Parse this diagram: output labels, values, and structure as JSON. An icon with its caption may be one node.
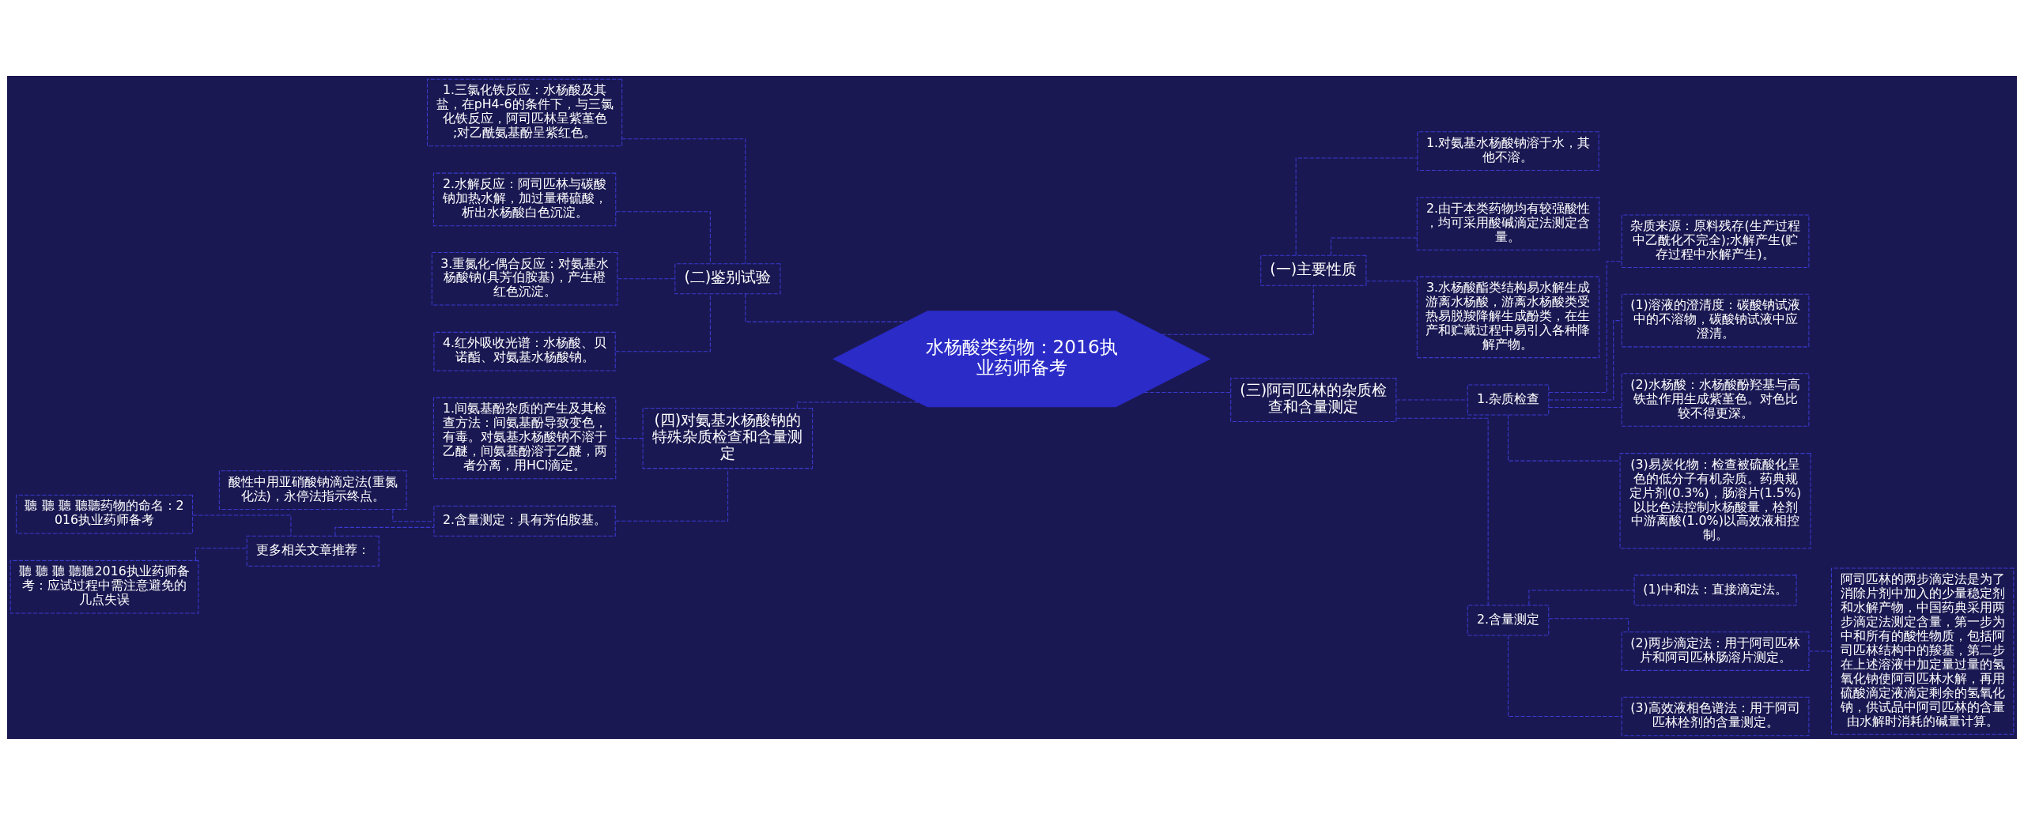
{
  "diagram": {
    "nodes": [
      {
        "text": [
          "水杨酸类药物：2016执业药师备考"
        ]
      },
      {
        "text": [
          "(一)主要性质"
        ]
      },
      {
        "text": [
          "1.对氨基水杨酸钠溶于水，其他不溶。"
        ]
      },
      {
        "text": [
          "2.由于本类药物均有较强酸性，均可采用酸碱滴定法测定含量。"
        ]
      },
      {
        "text": [
          "3.水杨酸酯类结构易水解生成游离水杨酸，游离水杨酸类受热易脱羧降解生成酚类，在生产和贮藏过程中易引入各种降解产物。"
        ]
      },
      {
        "text": [
          "(三)阿司匹林的杂质检查和含量测定"
        ]
      },
      {
        "text": [
          "1.杂质检查"
        ]
      },
      {
        "text": [
          "杂质来源：原料残存(生产过程中乙酰化不完全);水解产生(贮存过程中水解产生)。"
        ]
      },
      {
        "text": [
          "(1)溶液的澄清度：碳酸钠试液中的不溶物，碳酸钠试液中应澄清。"
        ]
      },
      {
        "text": [
          "(2)水杨酸：水杨酸酚羟基与高铁盐作用生成紫堇色。对色比较不得更深。"
        ]
      },
      {
        "text": [
          "(3)易炭化物：检查被硫酸化呈色的低分子有机杂质。药典规定片剂(0.3%)，肠溶片(1.5%)以比色法控制水杨酸量，栓剂中游离酸(1.0%)以高效液相控制。"
        ]
      },
      {
        "text": [
          "2.含量测定"
        ]
      },
      {
        "text": [
          "(1)中和法：直接滴定法。"
        ]
      },
      {
        "text": [
          "(2)两步滴定法：用于阿司匹林片和阿司匹林肠溶片测定。"
        ]
      },
      {
        "text": [
          "阿司匹林的两步滴定法是为了消除片剂中加入的少量稳定剂和水解产物，中国药典采用两步滴定法测定含量，第一步为中和所有的酸性物质，包括阿司匹林结构中的羧基，第二步在上述溶液中加定量过量的氢氧化钠使阿司匹林水解，再用硫酸滴定液滴定剩余的氢氧化钠，供试品中阿司匹林的含量由水解时消耗的碱量计算。"
        ]
      },
      {
        "text": [
          "(3)高效液相色谱法：用于阿司匹林栓剂的含量测定。"
        ]
      },
      {
        "text": [
          "(二)鉴别试验"
        ]
      },
      {
        "text": [
          "1.三氯化铁反应：水杨酸及其盐，在pH4-6的条件下，与三氯化铁反应，阿司匹林呈紫堇色;对乙酰氨基酚呈紫红色。"
        ]
      },
      {
        "text": [
          "2.水解反应：阿司匹林与碳酸钠加热水解，加过量稀硫酸，析出水杨酸白色沉淀。"
        ]
      },
      {
        "text": [
          "3.重氮化-偶合反应：对氨基水杨酸钠(具芳伯胺基)，产生橙红色沉淀。"
        ]
      },
      {
        "text": [
          "4.红外吸收光谱：水杨酸、贝诺酯、对氨基水杨酸钠。"
        ]
      },
      {
        "text": [
          "(四)对氨基水杨酸钠的特殊杂质检查和含量测定"
        ]
      },
      {
        "text": [
          "1.间氨基酚杂质的产生及其检查方法：间氨基酚导致变色，有毒。对氨基水杨酸钠不溶于乙醚，间氨基酚溶于乙醚，两者分离，用HCl滴定。"
        ]
      },
      {
        "text": [
          "2.含量测定：具有芳伯胺基。"
        ]
      },
      {
        "text": [
          "酸性中用亚硝酸钠滴定法(重氮化法)，永停法指示终点。"
        ]
      },
      {
        "text": [
          "更多相关文章推荐："
        ]
      },
      {
        "text": [
          "聽 聽 聽 聽聽药物的命名：2016执业药师备考"
        ]
      },
      {
        "text": [
          "聽 聽 聽 聽聽2016执业药师备考：应试过程中需注意避免的几点失误"
        ]
      }
    ],
    "edges": [
      {
        "from": 0,
        "to": 1,
        "arrow": "none",
        "style": "dashed"
      },
      {
        "from": 1,
        "to": 2,
        "arrow": "none",
        "style": "dashed"
      },
      {
        "from": 1,
        "to": 3,
        "arrow": "none",
        "style": "dashed"
      },
      {
        "from": 1,
        "to": 4,
        "arrow": "none",
        "style": "dashed"
      },
      {
        "from": 0,
        "to": 5,
        "arrow": "none",
        "style": "dashed"
      },
      {
        "from": 5,
        "to": 6,
        "arrow": "none",
        "style": "dashed"
      },
      {
        "from": 6,
        "to": 7,
        "arrow": "none",
        "style": "dashed"
      },
      {
        "from": 6,
        "to": 8,
        "arrow": "none",
        "style": "dashed"
      },
      {
        "from": 6,
        "to": 9,
        "arrow": "none",
        "style": "dashed"
      },
      {
        "from": 6,
        "to": 10,
        "arrow": "none",
        "style": "dashed"
      },
      {
        "from": 5,
        "to": 11,
        "arrow": "none",
        "style": "dashed"
      },
      {
        "from": 11,
        "to": 12,
        "arrow": "none",
        "style": "dashed"
      },
      {
        "from": 11,
        "to": 13,
        "arrow": "none",
        "style": "dashed"
      },
      {
        "from": 13,
        "to": 14,
        "arrow": "none",
        "style": "dashed"
      },
      {
        "from": 11,
        "to": 15,
        "arrow": "none",
        "style": "dashed"
      },
      {
        "from": 0,
        "to": 16,
        "arrow": "none",
        "style": "dashed"
      },
      {
        "from": 16,
        "to": 17,
        "arrow": "none",
        "style": "dashed"
      },
      {
        "from": 16,
        "to": 18,
        "arrow": "none",
        "style": "dashed"
      },
      {
        "from": 16,
        "to": 19,
        "arrow": "none",
        "style": "dashed"
      },
      {
        "from": 16,
        "to": 20,
        "arrow": "none",
        "style": "dashed"
      },
      {
        "from": 0,
        "to": 21,
        "arrow": "none",
        "style": "dashed"
      },
      {
        "from": 21,
        "to": 22,
        "arrow": "none",
        "style": "dashed"
      },
      {
        "from": 21,
        "to": 23,
        "arrow": "none",
        "style": "dashed"
      },
      {
        "from": 23,
        "to": 24,
        "arrow": "none",
        "style": "dashed"
      },
      {
        "from": 23,
        "to": 25,
        "arrow": "none",
        "style": "dashed"
      },
      {
        "from": 25,
        "to": 26,
        "arrow": "none",
        "style": "dashed"
      },
      {
        "from": 25,
        "to": 27,
        "arrow": "none",
        "style": "dashed"
      }
    ]
  }
}
